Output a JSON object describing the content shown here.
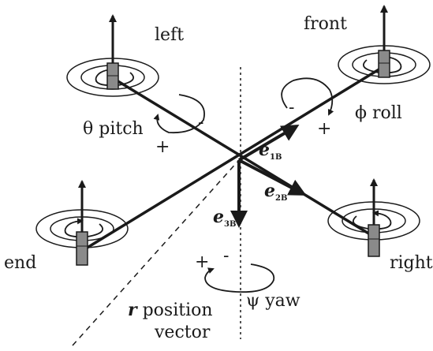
{
  "labels": {
    "left": "left",
    "front": "front",
    "end": "end",
    "right": "right",
    "pitch": "θ pitch",
    "roll": "ϕ roll",
    "yaw": "ψ yaw",
    "position_r": "r",
    "position_word": "position",
    "position_vector": "vector",
    "minus": "-",
    "plus": "+",
    "e1": "e",
    "e1_sub": "1B",
    "e2": "e",
    "e2_sub": "2B",
    "e3": "e",
    "e3_sub": "3B"
  }
}
